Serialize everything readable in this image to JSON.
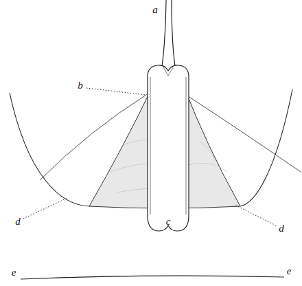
{
  "diagram": {
    "labels": [
      "a",
      "b",
      "c",
      "d",
      "d",
      "e",
      "e"
    ]
  }
}
